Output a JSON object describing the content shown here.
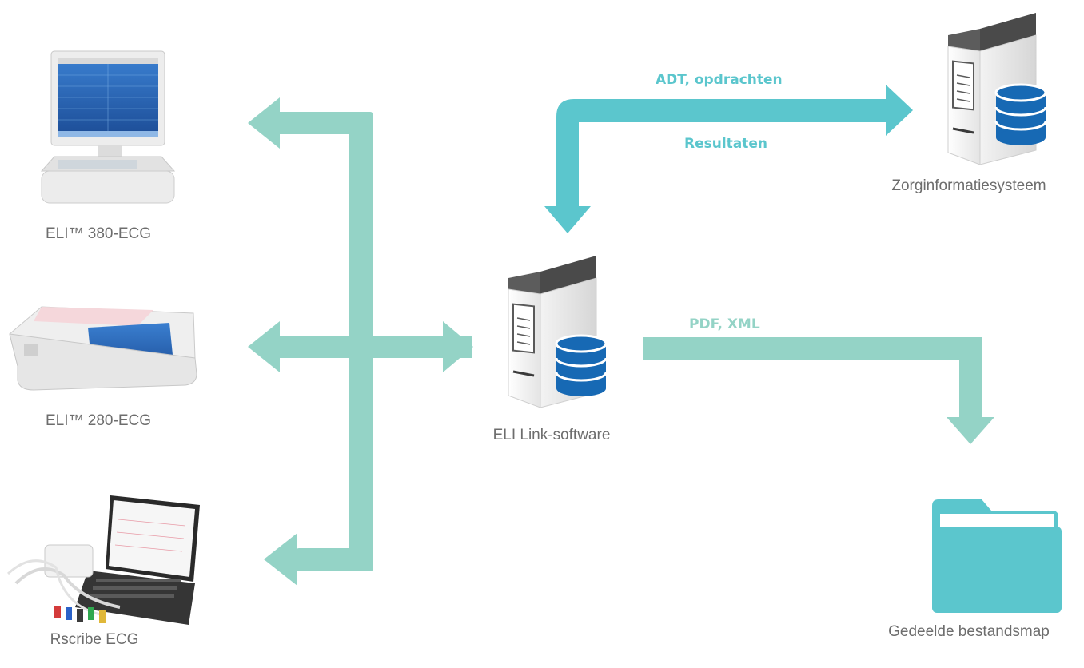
{
  "colors": {
    "arrow_light": "#94d3c6",
    "arrow_dark": "#5bc6cd",
    "text_label": "#6d6d6d",
    "db_blue": "#1769b4",
    "folder": "#5bc6cd"
  },
  "devices": [
    {
      "label": "ELI™ 380-ECG",
      "icon": "ecg-cart-icon"
    },
    {
      "label": "ELI™ 280-ECG",
      "icon": "ecg-device-icon"
    },
    {
      "label": "Rscribe ECG",
      "icon": "tablet-ecg-icon"
    }
  ],
  "server": {
    "label": "ELI Link-software",
    "icon": "server-database-icon"
  },
  "his": {
    "label": "Zorginformatiesysteem",
    "icon": "server-database-icon"
  },
  "folder": {
    "label": "Gedeelde bestandsmap",
    "icon": "folder-icon"
  },
  "flows": {
    "adt": "ADT, opdrachten",
    "results": "Resultaten",
    "pdf": "PDF, XML"
  }
}
